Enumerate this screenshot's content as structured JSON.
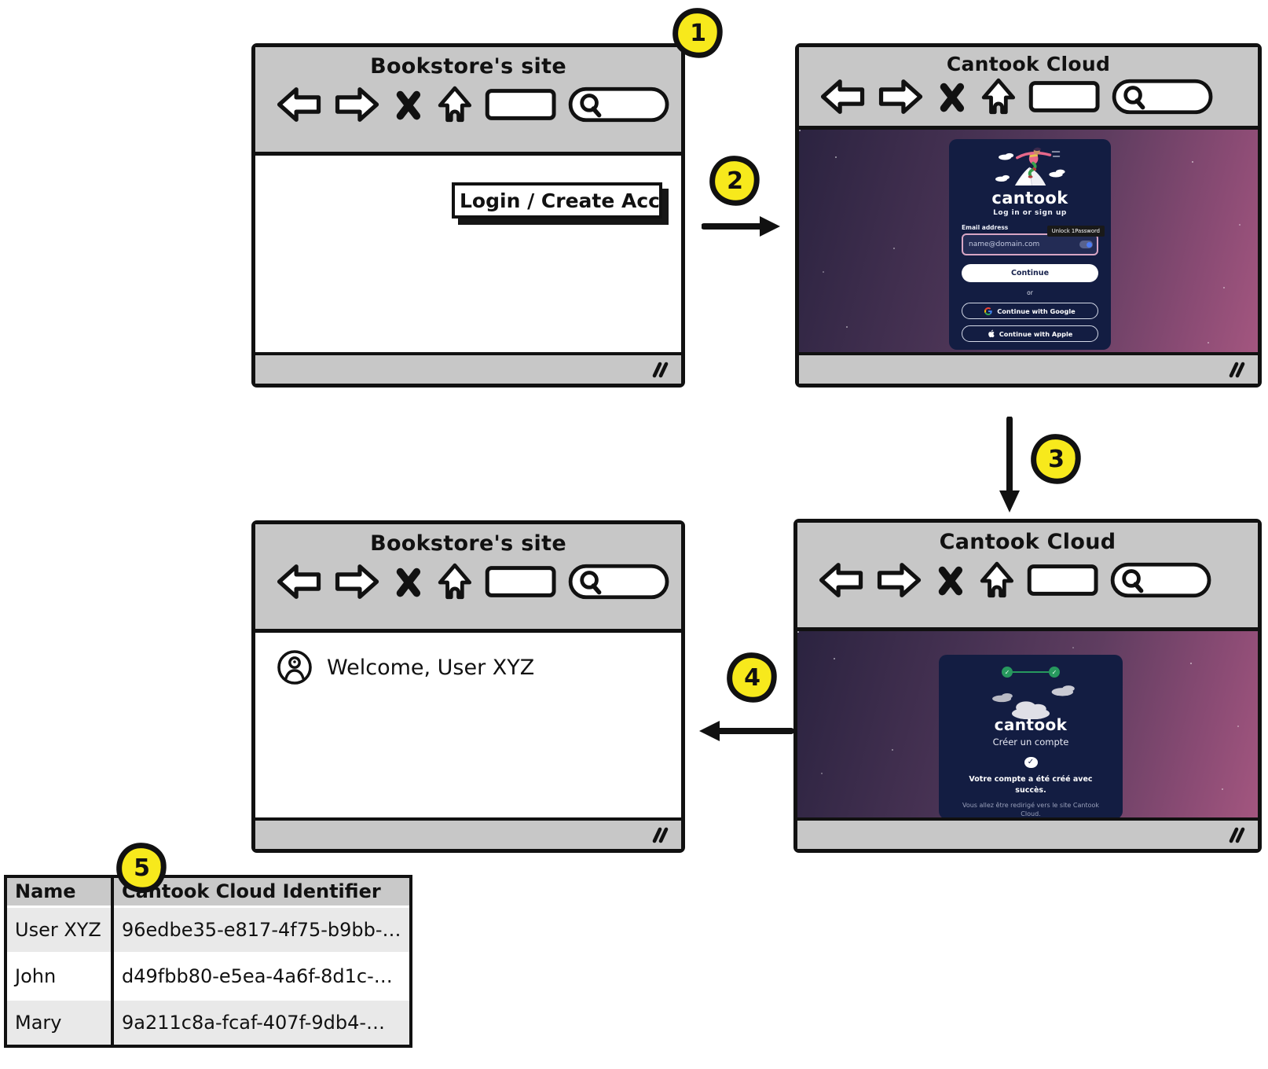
{
  "badges": {
    "step1": "1",
    "step2": "2",
    "step3": "3",
    "step4": "4",
    "step5": "5"
  },
  "bookstore_top": {
    "title": "Bookstore's site",
    "login_button": "Login / Create Accou"
  },
  "cantook_login": {
    "title": "Cantook Cloud",
    "logo": "cantook",
    "tagline": "Log in or sign up",
    "email_label": "Email address",
    "email_placeholder": "name@domain.com",
    "password_tooltip": "Unlock 1Password",
    "continue_label": "Continue",
    "divider": "or",
    "google_label": "Continue with Google",
    "apple_label": "Continue with Apple"
  },
  "bookstore_bottom": {
    "title": "Bookstore's site",
    "welcome": "Welcome, User XYZ"
  },
  "cantook_success": {
    "title": "Cantook Cloud",
    "logo": "cantook",
    "heading": "Créer un compte",
    "message": "Votre compte a été créé avec succès.",
    "redirect": "Vous allez être redirigé vers le site Cantook Cloud."
  },
  "table": {
    "headers": [
      "Name",
      "Cantook Cloud Identifier"
    ],
    "rows": [
      [
        "User XYZ",
        "96edbe35-e817-4f75-b9bb-…"
      ],
      [
        "John",
        "d49fbb80-e5ea-4a6f-8d1c-…"
      ],
      [
        "Mary",
        "9a211c8a-fcaf-407f-9db4-…"
      ]
    ]
  },
  "icons": {
    "check": "✓"
  },
  "colors": {
    "badge_yellow": "#f7e91c",
    "chrome_gray": "#c7c7c7",
    "card_navy": "#131d42",
    "purple_dark": "#2b2340",
    "purple_pink": "#a3567f",
    "success_green": "#27995e",
    "input_border_pink": "#d8a6c4"
  }
}
